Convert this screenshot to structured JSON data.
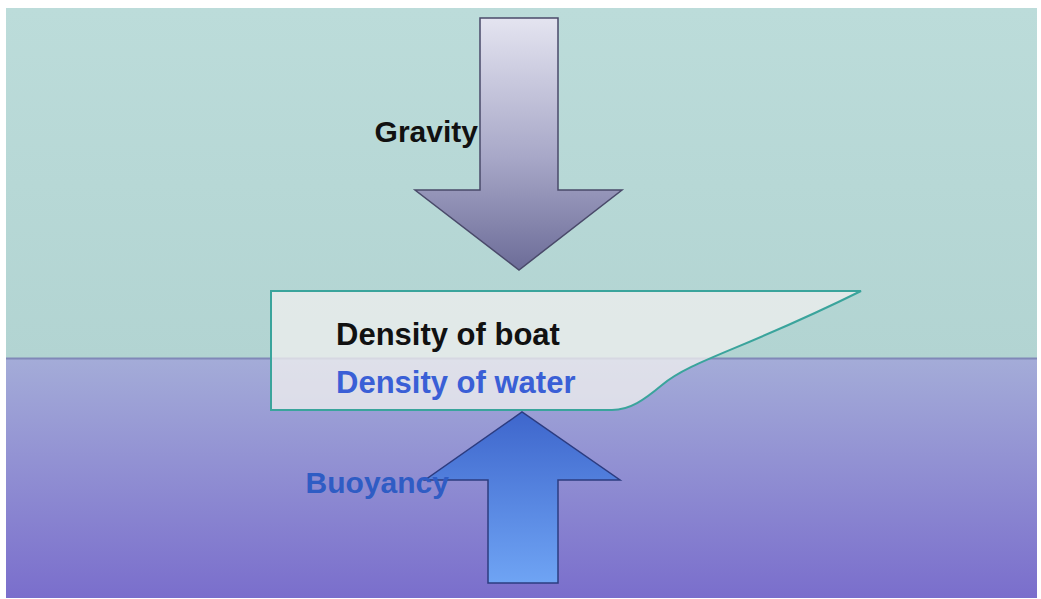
{
  "diagram": {
    "nodes": [
      {
        "text": [
          "Density of boat",
          "Density of water"
        ]
      }
    ],
    "labels": [
      "Gravity",
      "Buoyancy"
    ]
  }
}
